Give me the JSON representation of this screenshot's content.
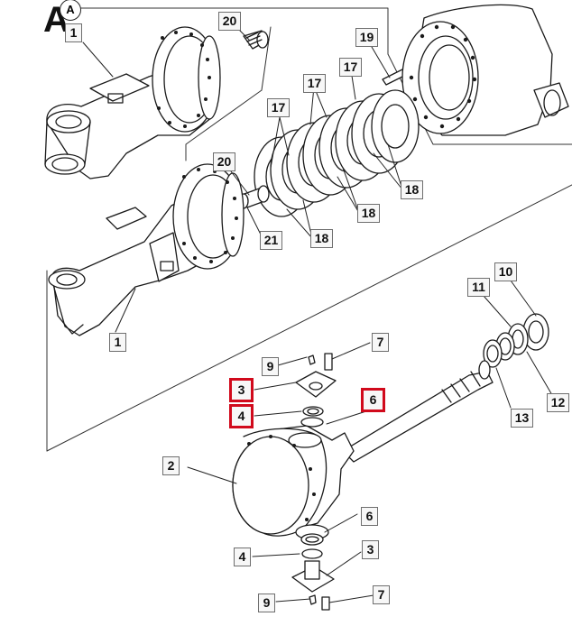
{
  "view": {
    "letter": "A",
    "circle": "A"
  },
  "callouts": {
    "c1_top": "1",
    "c20_top": "20",
    "c19": "19",
    "c17_a": "17",
    "c17_b": "17",
    "c17_c": "17",
    "c18_a": "18",
    "c18_b": "18",
    "c18_c": "18",
    "c20_mid": "20",
    "c21": "21",
    "c1_mid": "1",
    "c10": "10",
    "c11": "11",
    "c12": "12",
    "c13": "13",
    "c9_top": "9",
    "c7_top": "7",
    "c3_top": "3",
    "c4_top": "4",
    "c6_top": "6",
    "c2": "2",
    "c6_bot": "6",
    "c4_bot": "4",
    "c3_bot": "3",
    "c9_bot": "9",
    "c7_bot": "7"
  },
  "colors": {
    "highlight": "#d10a1c",
    "line": "#1a1a1a",
    "callout_border": "#6e6e6e"
  }
}
